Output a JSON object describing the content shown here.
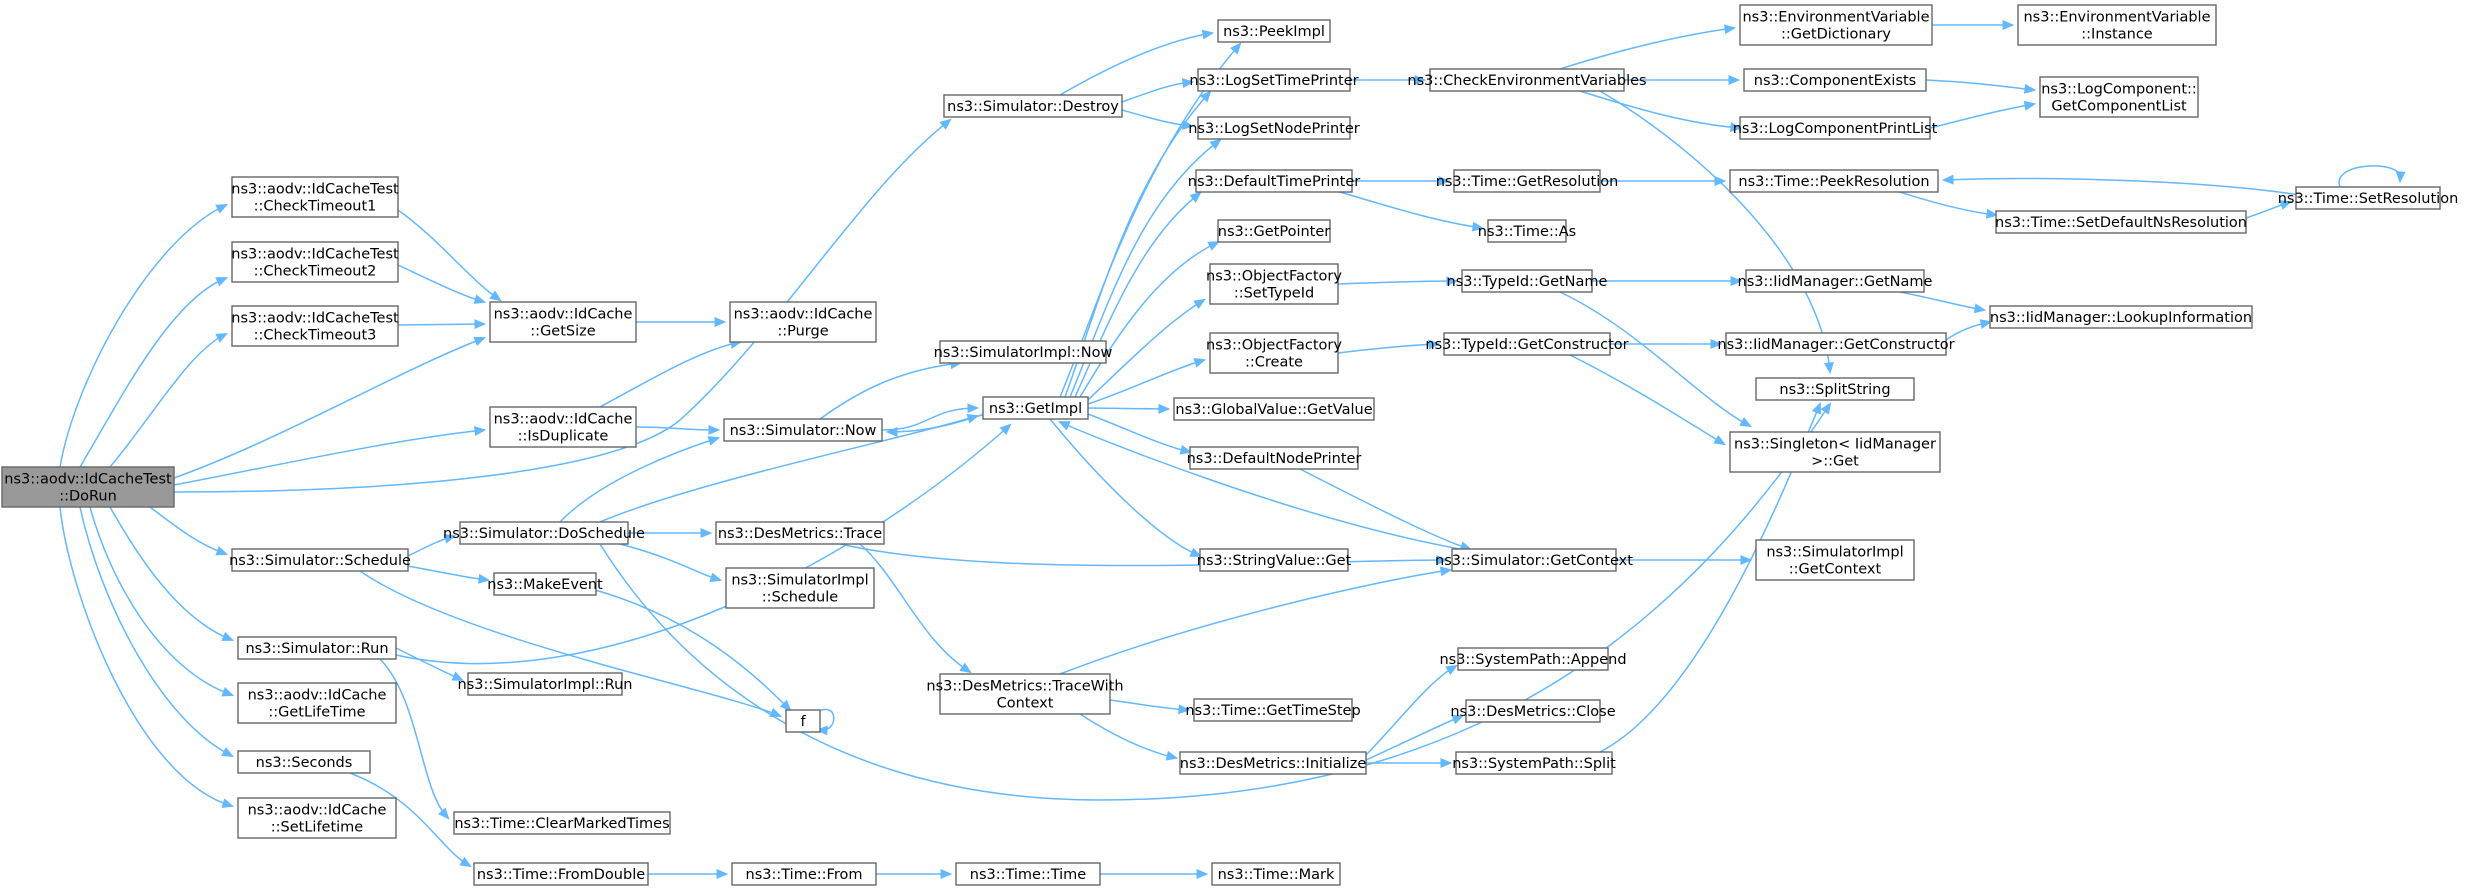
{
  "colors": {
    "edge": "#63b8ff",
    "node_border": "#666666",
    "root_fill": "#999999",
    "node_fill": "#ffffff"
  },
  "nodes": [
    {
      "id": "root",
      "label": [
        "ns3::aodv::IdCacheTest",
        "::DoRun"
      ]
    },
    {
      "id": "ct1",
      "label": [
        "ns3::aodv::IdCacheTest",
        "::CheckTimeout1"
      ]
    },
    {
      "id": "ct2",
      "label": [
        "ns3::aodv::IdCacheTest",
        "::CheckTimeout2"
      ]
    },
    {
      "id": "ct3",
      "label": [
        "ns3::aodv::IdCacheTest",
        "::CheckTimeout3"
      ]
    },
    {
      "id": "getsize",
      "label": [
        "ns3::aodv::IdCache",
        "::GetSize"
      ]
    },
    {
      "id": "purge",
      "label": [
        "ns3::aodv::IdCache",
        "::Purge"
      ]
    },
    {
      "id": "isdup",
      "label": [
        "ns3::aodv::IdCache",
        "::IsDuplicate"
      ]
    },
    {
      "id": "simnow",
      "label": [
        "ns3::Simulator::Now"
      ]
    },
    {
      "id": "implnow",
      "label": [
        "ns3::SimulatorImpl::Now"
      ]
    },
    {
      "id": "destroy",
      "label": [
        "ns3::Simulator::Destroy"
      ]
    },
    {
      "id": "getimpl",
      "label": [
        "ns3::GetImpl"
      ]
    },
    {
      "id": "peekimpl",
      "label": [
        "ns3::PeekImpl"
      ]
    },
    {
      "id": "logtime",
      "label": [
        "ns3::LogSetTimePrinter"
      ]
    },
    {
      "id": "lognode",
      "label": [
        "ns3::LogSetNodePrinter"
      ]
    },
    {
      "id": "deftime",
      "label": [
        "ns3::DefaultTimePrinter"
      ]
    },
    {
      "id": "getptr",
      "label": [
        "ns3::GetPointer"
      ]
    },
    {
      "id": "setty",
      "label": [
        "ns3::ObjectFactory",
        "::SetTypeId"
      ]
    },
    {
      "id": "create",
      "label": [
        "ns3::ObjectFactory",
        "::Create"
      ]
    },
    {
      "id": "gvget",
      "label": [
        "ns3::GlobalValue::GetValue"
      ]
    },
    {
      "id": "defnode",
      "label": [
        "ns3::DefaultNodePrinter"
      ]
    },
    {
      "id": "strget",
      "label": [
        "ns3::StringValue::Get"
      ]
    },
    {
      "id": "checkenv",
      "label": [
        "ns3::CheckEnvironmentVariables"
      ]
    },
    {
      "id": "envdict",
      "label": [
        "ns3::EnvironmentVariable",
        "::GetDictionary"
      ]
    },
    {
      "id": "envinst",
      "label": [
        "ns3::EnvironmentVariable",
        "::Instance"
      ]
    },
    {
      "id": "compex",
      "label": [
        "ns3::ComponentExists"
      ]
    },
    {
      "id": "logcomp",
      "label": [
        "ns3::LogComponent::",
        "GetComponentList"
      ]
    },
    {
      "id": "logprint",
      "label": [
        "ns3::LogComponentPrintList"
      ]
    },
    {
      "id": "getres",
      "label": [
        "ns3::Time::GetResolution"
      ]
    },
    {
      "id": "peekres",
      "label": [
        "ns3::Time::PeekResolution"
      ]
    },
    {
      "id": "setres",
      "label": [
        "ns3::Time::SetResolution"
      ]
    },
    {
      "id": "setdefres",
      "label": [
        "ns3::Time::SetDefaultNsResolution"
      ]
    },
    {
      "id": "timeas",
      "label": [
        "ns3::Time::As"
      ]
    },
    {
      "id": "tidname",
      "label": [
        "ns3::TypeId::GetName"
      ]
    },
    {
      "id": "iidname",
      "label": [
        "ns3::IidManager::GetName"
      ]
    },
    {
      "id": "lookup",
      "label": [
        "ns3::IidManager::LookupInformation"
      ]
    },
    {
      "id": "tidctor",
      "label": [
        "ns3::TypeId::GetConstructor"
      ]
    },
    {
      "id": "iidctor",
      "label": [
        "ns3::IidManager::GetConstructor"
      ]
    },
    {
      "id": "split",
      "label": [
        "ns3::SplitString"
      ]
    },
    {
      "id": "singleton",
      "label": [
        "ns3::Singleton< IidManager",
        " >::Get"
      ]
    },
    {
      "id": "getctx",
      "label": [
        "ns3::Simulator::GetContext"
      ]
    },
    {
      "id": "implctx",
      "label": [
        "ns3::SimulatorImpl",
        "::GetContext"
      ]
    },
    {
      "id": "schedule",
      "label": [
        "ns3::Simulator::Schedule"
      ]
    },
    {
      "id": "dosched",
      "label": [
        "ns3::Simulator::DoSchedule"
      ]
    },
    {
      "id": "makeevent",
      "label": [
        "ns3::MakeEvent"
      ]
    },
    {
      "id": "trace",
      "label": [
        "ns3::DesMetrics::Trace"
      ]
    },
    {
      "id": "implsched",
      "label": [
        "ns3::SimulatorImpl",
        "::Schedule"
      ]
    },
    {
      "id": "tracectx",
      "label": [
        "ns3::DesMetrics::TraceWith",
        "Context"
      ]
    },
    {
      "id": "timestep",
      "label": [
        "ns3::Time::GetTimeStep"
      ]
    },
    {
      "id": "dminit",
      "label": [
        "ns3::DesMetrics::Initialize"
      ]
    },
    {
      "id": "spappend",
      "label": [
        "ns3::SystemPath::Append"
      ]
    },
    {
      "id": "dmclose",
      "label": [
        "ns3::DesMetrics::Close"
      ]
    },
    {
      "id": "spsplit",
      "label": [
        "ns3::SystemPath::Split"
      ]
    },
    {
      "id": "run",
      "label": [
        "ns3::Simulator::Run"
      ]
    },
    {
      "id": "implrun",
      "label": [
        "ns3::SimulatorImpl::Run"
      ]
    },
    {
      "id": "f",
      "label": [
        "f"
      ]
    },
    {
      "id": "getlife",
      "label": [
        "ns3::aodv::IdCache",
        "::GetLifeTime"
      ]
    },
    {
      "id": "seconds",
      "label": [
        "ns3::Seconds"
      ]
    },
    {
      "id": "clearmarked",
      "label": [
        "ns3::Time::ClearMarkedTimes"
      ]
    },
    {
      "id": "setlife",
      "label": [
        "ns3::aodv::IdCache",
        "::SetLifetime"
      ]
    },
    {
      "id": "fromdouble",
      "label": [
        "ns3::Time::FromDouble"
      ]
    },
    {
      "id": "from",
      "label": [
        "ns3::Time::From"
      ]
    },
    {
      "id": "timetime",
      "label": [
        "ns3::Time::Time"
      ]
    },
    {
      "id": "mark",
      "label": [
        "ns3::Time::Mark"
      ]
    }
  ],
  "edges": [
    [
      "root",
      "ct1"
    ],
    [
      "root",
      "ct2"
    ],
    [
      "root",
      "ct3"
    ],
    [
      "root",
      "getsize"
    ],
    [
      "root",
      "isdup"
    ],
    [
      "root",
      "destroy"
    ],
    [
      "root",
      "schedule"
    ],
    [
      "root",
      "run"
    ],
    [
      "root",
      "getlife"
    ],
    [
      "root",
      "seconds"
    ],
    [
      "root",
      "setlife"
    ],
    [
      "ct1",
      "getsize"
    ],
    [
      "ct2",
      "getsize"
    ],
    [
      "ct3",
      "getsize"
    ],
    [
      "getsize",
      "purge"
    ],
    [
      "isdup",
      "purge"
    ],
    [
      "isdup",
      "simnow"
    ],
    [
      "simnow",
      "implnow"
    ],
    [
      "simnow",
      "getimpl"
    ],
    [
      "destroy",
      "peekimpl"
    ],
    [
      "destroy",
      "logtime"
    ],
    [
      "destroy",
      "lognode"
    ],
    [
      "getimpl",
      "peekimpl"
    ],
    [
      "getimpl",
      "logtime"
    ],
    [
      "getimpl",
      "lognode"
    ],
    [
      "getimpl",
      "deftime"
    ],
    [
      "getimpl",
      "getptr"
    ],
    [
      "getimpl",
      "setty"
    ],
    [
      "getimpl",
      "create"
    ],
    [
      "getimpl",
      "gvget"
    ],
    [
      "getimpl",
      "defnode"
    ],
    [
      "getimpl",
      "strget"
    ],
    [
      "getimpl",
      "simnow"
    ],
    [
      "logtime",
      "checkenv"
    ],
    [
      "checkenv",
      "envdict"
    ],
    [
      "checkenv",
      "compex"
    ],
    [
      "checkenv",
      "logprint"
    ],
    [
      "checkenv",
      "split"
    ],
    [
      "envdict",
      "envinst"
    ],
    [
      "compex",
      "logcomp"
    ],
    [
      "logprint",
      "logcomp"
    ],
    [
      "deftime",
      "getres"
    ],
    [
      "deftime",
      "timeas"
    ],
    [
      "getres",
      "peekres"
    ],
    [
      "peekres",
      "setdefres"
    ],
    [
      "setdefres",
      "setres"
    ],
    [
      "setres",
      "peekres"
    ],
    [
      "setres",
      "setres"
    ],
    [
      "setty",
      "tidname"
    ],
    [
      "tidname",
      "iidname"
    ],
    [
      "tidname",
      "singleton"
    ],
    [
      "iidname",
      "lookup"
    ],
    [
      "create",
      "tidctor"
    ],
    [
      "tidctor",
      "iidctor"
    ],
    [
      "tidctor",
      "singleton"
    ],
    [
      "iidctor",
      "lookup"
    ],
    [
      "defnode",
      "getctx"
    ],
    [
      "getctx",
      "implctx"
    ],
    [
      "getctx",
      "getimpl"
    ],
    [
      "schedule",
      "dosched"
    ],
    [
      "schedule",
      "makeevent"
    ],
    [
      "schedule",
      "f"
    ],
    [
      "dosched",
      "simnow"
    ],
    [
      "dosched",
      "getimpl"
    ],
    [
      "dosched",
      "trace"
    ],
    [
      "dosched",
      "implsched"
    ],
    [
      "dosched",
      "split"
    ],
    [
      "trace",
      "getctx"
    ],
    [
      "trace",
      "tracectx"
    ],
    [
      "tracectx",
      "getctx"
    ],
    [
      "tracectx",
      "timestep"
    ],
    [
      "tracectx",
      "dminit"
    ],
    [
      "dminit",
      "spappend"
    ],
    [
      "dminit",
      "dmclose"
    ],
    [
      "dminit",
      "spsplit"
    ],
    [
      "spsplit",
      "split"
    ],
    [
      "makeevent",
      "f"
    ],
    [
      "f",
      "f"
    ],
    [
      "run",
      "implrun"
    ],
    [
      "run",
      "getimpl"
    ],
    [
      "run",
      "clearmarked"
    ],
    [
      "seconds",
      "fromdouble"
    ],
    [
      "fromdouble",
      "from"
    ],
    [
      "from",
      "timetime"
    ],
    [
      "timetime",
      "mark"
    ]
  ]
}
